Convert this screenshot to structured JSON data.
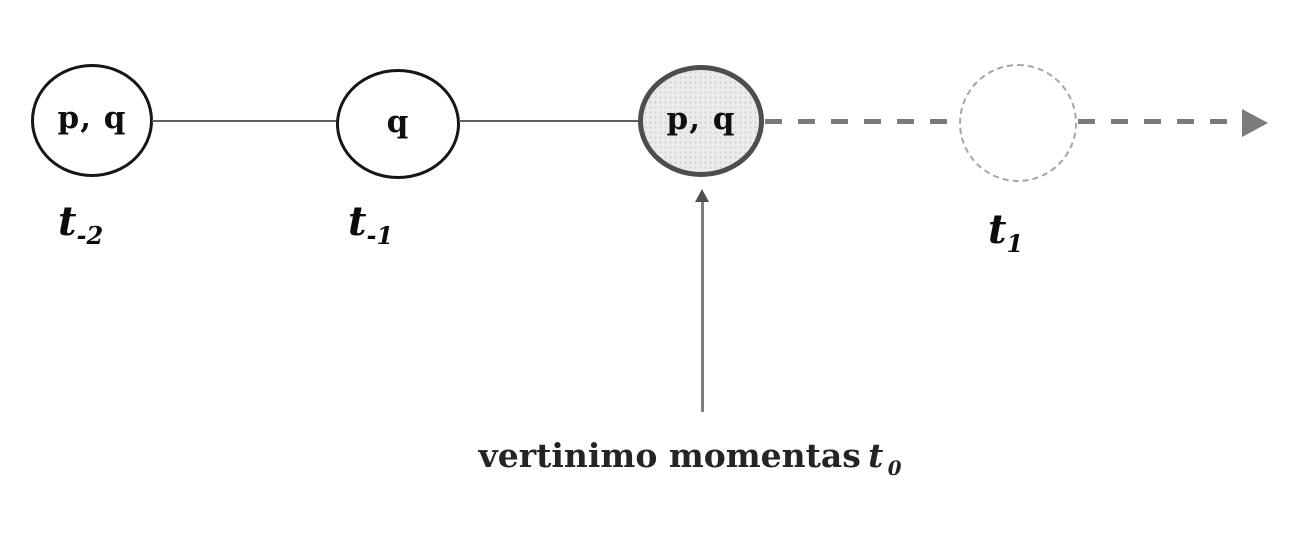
{
  "diagram": {
    "type": "timeline-state-diagram",
    "nodes": [
      {
        "name": "state-t-minus-2",
        "label": "p, q",
        "time_base": "t",
        "time_sub": "-2",
        "style": "solid"
      },
      {
        "name": "state-t-minus-1",
        "label": "q",
        "time_base": "t",
        "time_sub": "-1",
        "style": "solid"
      },
      {
        "name": "state-t0",
        "label": "p, q",
        "style": "highlighted"
      },
      {
        "name": "state-t1-future",
        "label": "",
        "time_base": "t",
        "time_sub": "1",
        "style": "dashed-empty"
      }
    ],
    "caption": {
      "text": "vertinimo momentas",
      "time_base": "t",
      "time_sub": "0"
    },
    "colors": {
      "background": "#ffffff",
      "node_border": "#161616",
      "node_fill": "#ffffff",
      "highlight_fill": "#ececec",
      "highlight_border": "#4d4d4d",
      "future_node_border": "#a6a6a6",
      "connector": "#5f5f5f",
      "dashed_connector": "#7b7b7b",
      "evaluation_arrow": "#7d7d7d",
      "text": "#0c0c0c"
    }
  }
}
